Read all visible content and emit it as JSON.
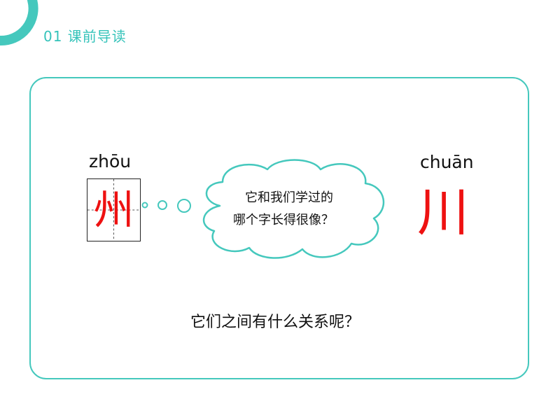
{
  "header": {
    "section_title": "01 课前导读"
  },
  "colors": {
    "accent": "#45c8bd",
    "character_red": "#ee1111",
    "text": "#111111"
  },
  "left_character": {
    "pinyin": "zhōu",
    "character": "州"
  },
  "right_character": {
    "pinyin": "chuān",
    "character": "川"
  },
  "thought_bubble": {
    "line1": "它和我们学过的",
    "line2": "哪个字长得很像？"
  },
  "question": "它们之间有什么关系呢？"
}
